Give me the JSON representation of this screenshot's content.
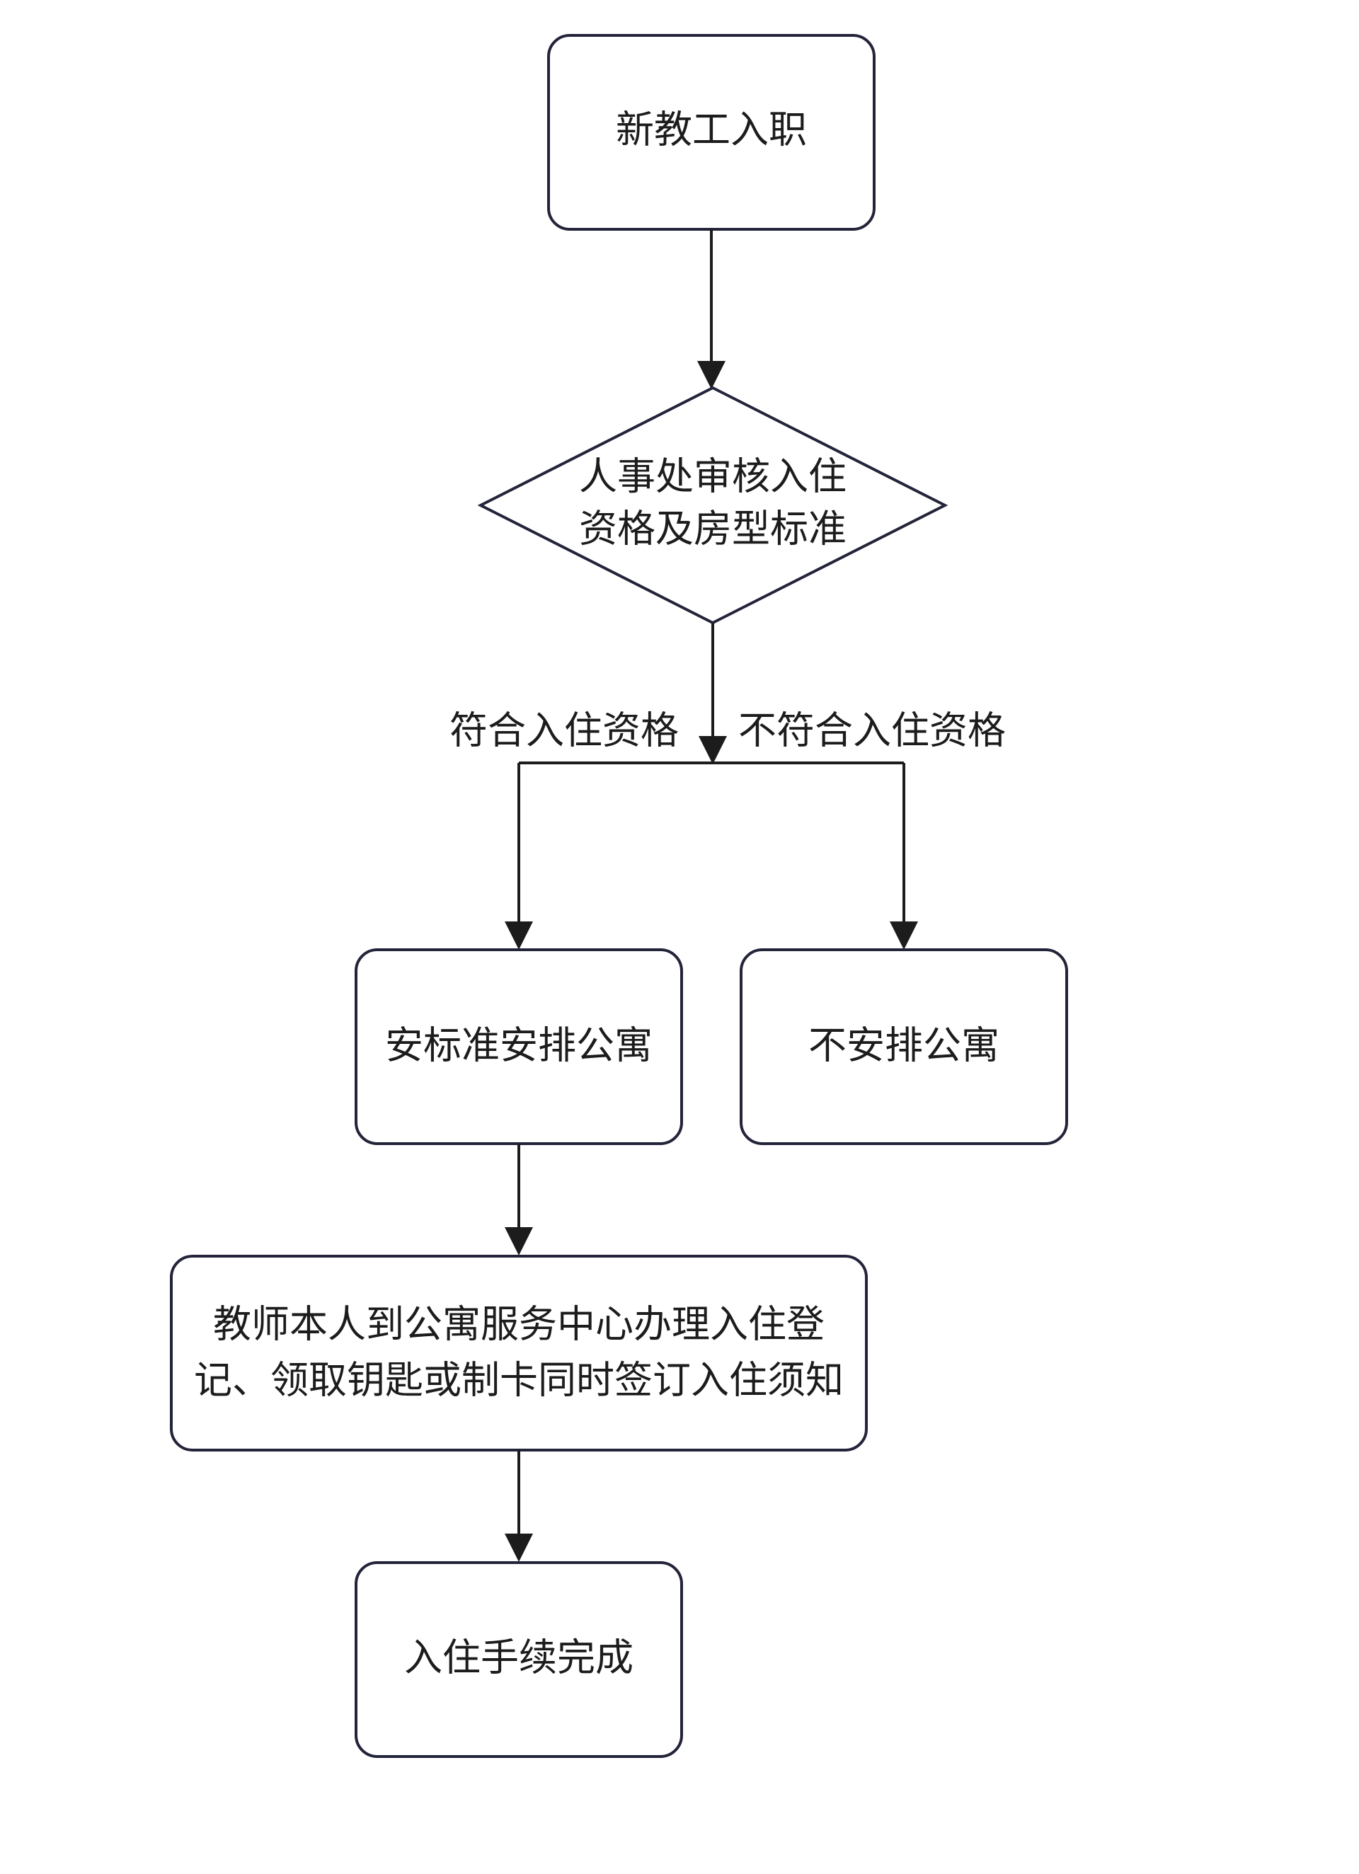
{
  "diagram": {
    "nodes": {
      "start": {
        "text": "新教工入职"
      },
      "review": {
        "line1": "人事处审核入住",
        "line2": "资格及房型标准"
      },
      "arrange": {
        "text": "安标准安排公寓"
      },
      "no_arrange": {
        "text": "不安排公寓"
      },
      "register": {
        "line1": "教师本人到公寓服务中心办理入住登",
        "line2": "记、领取钥匙或制卡同时签订入住须知"
      },
      "complete": {
        "text": "入住手续完成"
      }
    },
    "edges": {
      "qualified": {
        "label": "符合入住资格"
      },
      "not_qualified": {
        "label": "不符合入住资格"
      }
    }
  }
}
